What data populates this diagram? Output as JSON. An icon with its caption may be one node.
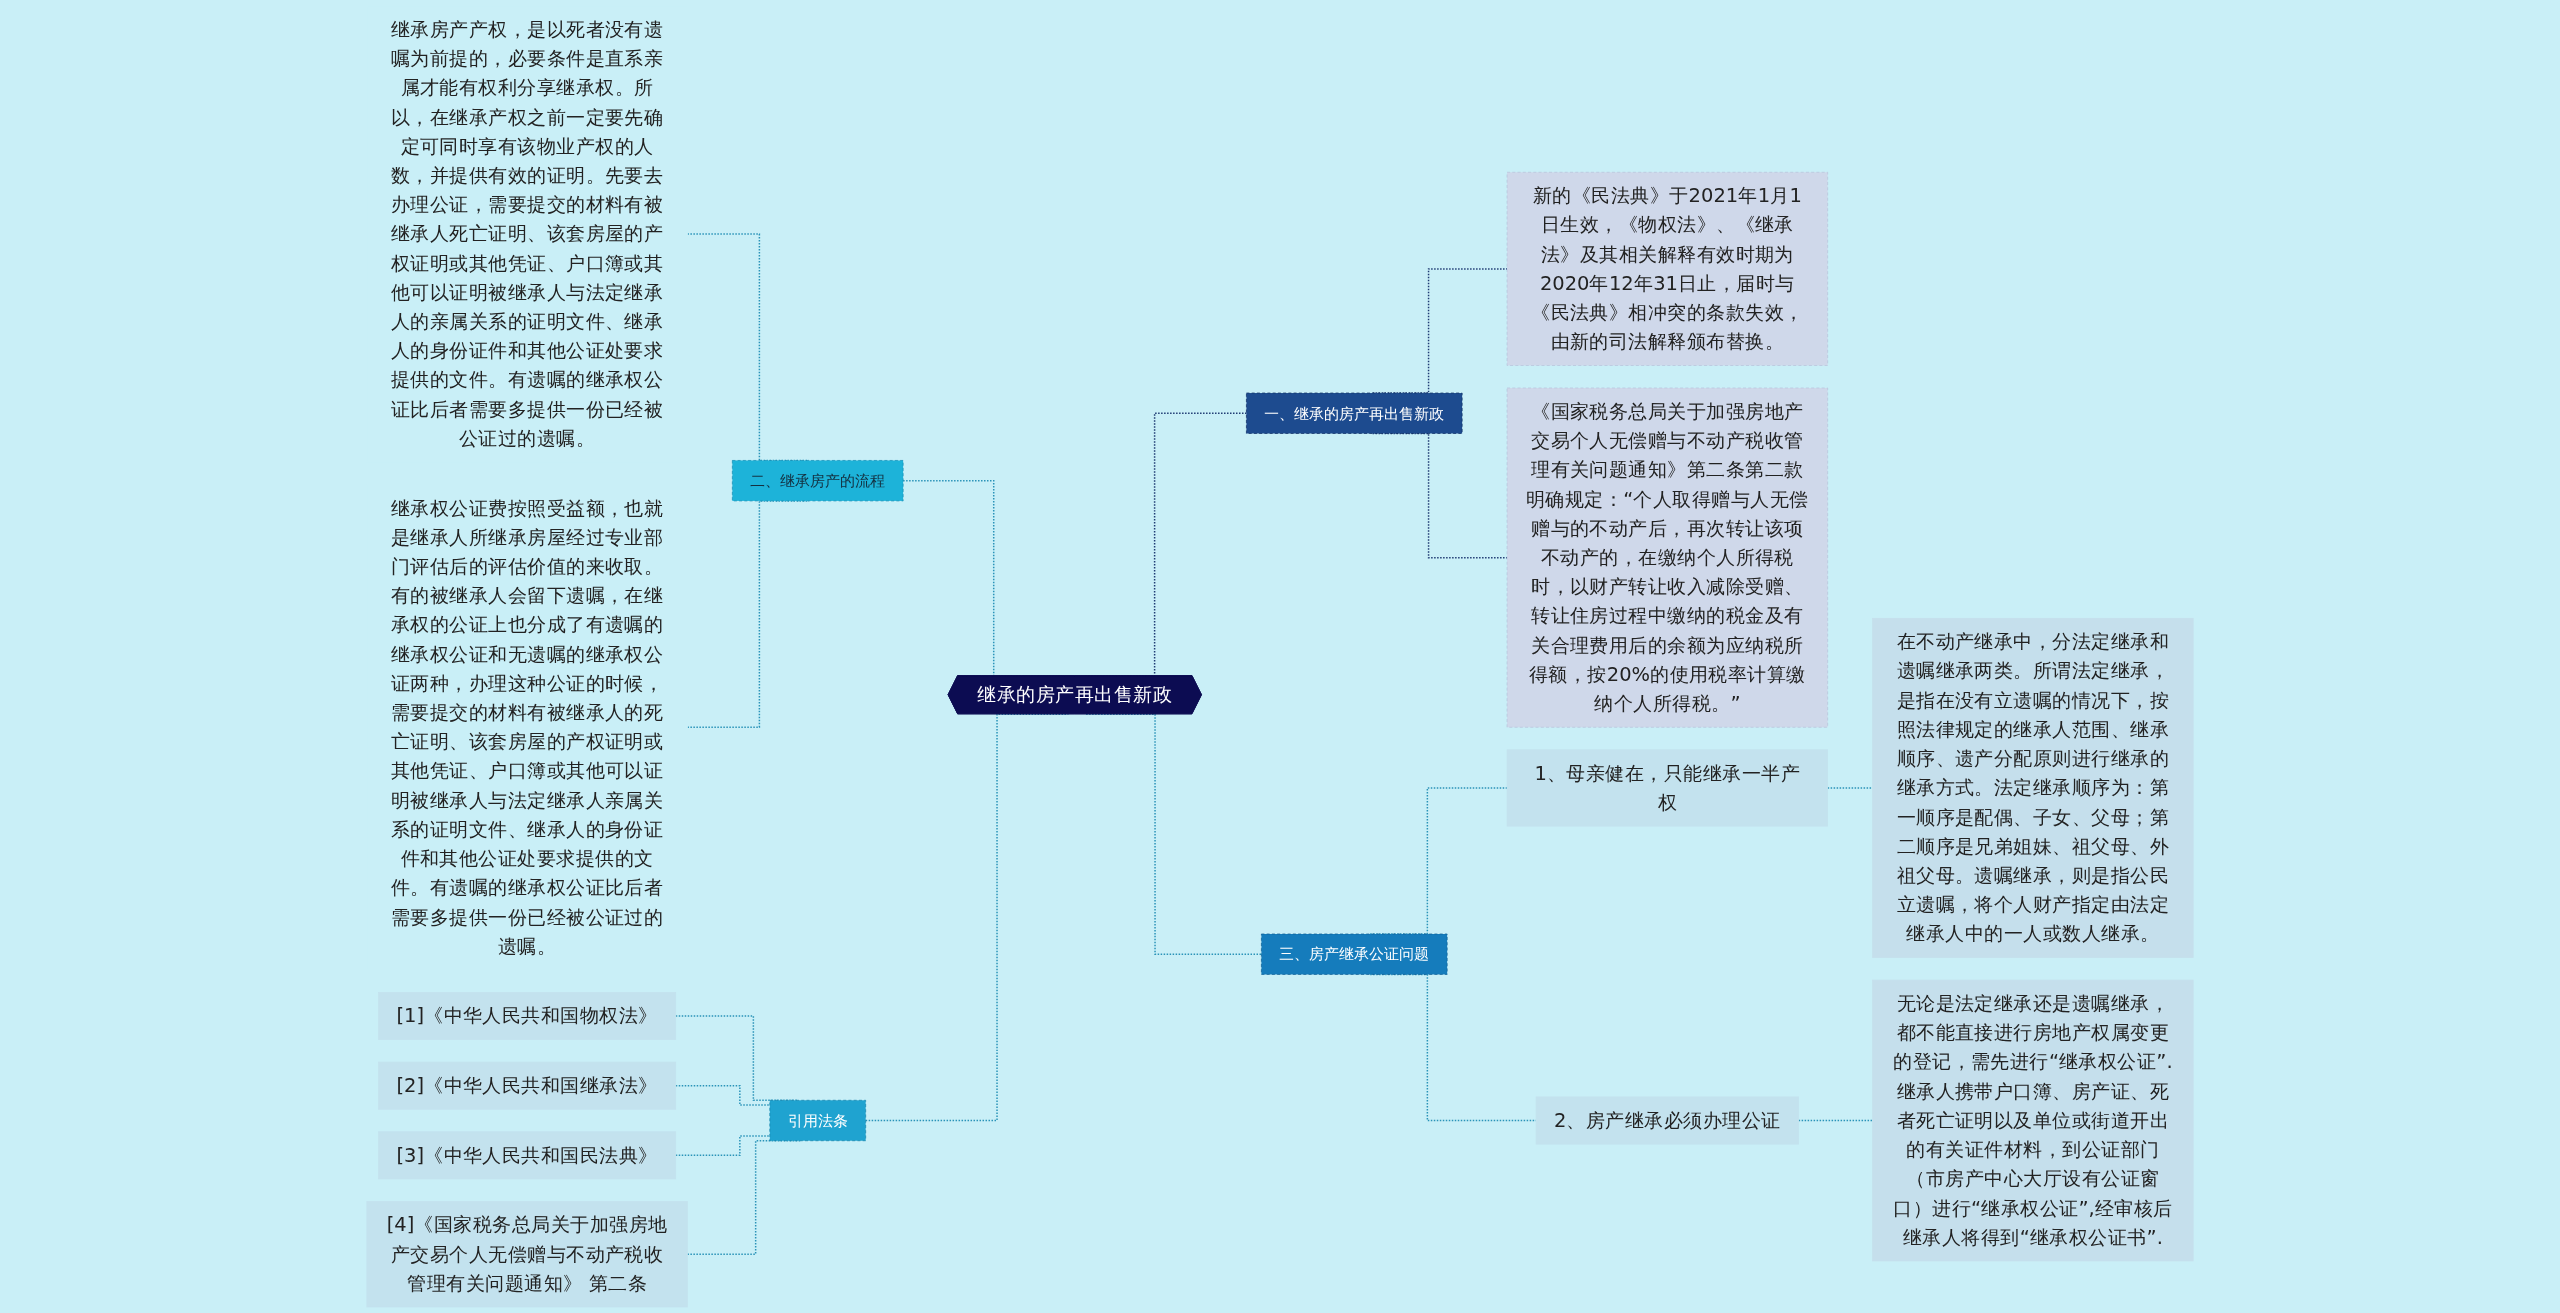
{
  "diagram": {
    "nodes": [
      {
        "text": [
          "继承的房产再出售新政"
        ]
      },
      {
        "text": [
          "一、继承的房产再出售新政"
        ]
      },
      {
        "text": [
          "新的《民法典》于2021年1月1日生效，《物权法》、《继承法》及其相关解释有效时期为2020年12年31日止，届时与《民法典》相冲突的条款失效，由新的司法解释颁布替换。"
        ]
      },
      {
        "text": [
          "《国家税务总局关于加强房地产交易个人无偿赠与不动产税收管理有关问题通知》第二条第二款明确规定：“个人取得赠与人无偿赠与的不动产后，再次转让该项不动产的，在缴纳个人所得税时，以财产转让收入减除受赠、转让住房过程中缴纳的税金及有关合理费用后的余额为应纳税所得额，按20%的使用税率计算缴纳个人所得税。”"
        ]
      },
      {
        "text": [
          "二、继承房产的流程"
        ]
      },
      {
        "text": [
          "继承房产产权，是以死者没有遗嘱为前提的，必要条件是直系亲属才能有权利分享继承权。所以，在继承产权之前一定要先确定可同时享有该物业产权的人数，并提供有效的证明。先要去办理公证，需要提交的材料有被继承人死亡证明、该套房屋的产权证明或其他凭证、户口簿或其他可以证明被继承人与法定继承人的亲属关系的证明文件、继承人的身份证件和其他公证处要求提供的文件。有遗嘱的继承权公证比后者需要多提供一份已经被公证过的遗嘱。"
        ]
      },
      {
        "text": [
          "继承权公证费按照受益额，也就是继承人所继承房屋经过专业部门评估后的评估价值的来收取。有的被继承人会留下遗嘱，在继承权的公证上也分成了有遗嘱的继承权公证和无遗嘱的继承权公证两种，办理这种公证的时候，需要提交的材料有被继承人的死亡证明、该套房屋的产权证明或其他凭证、户口簿或其他可以证明被继承人与法定继承人亲属关系的证明文件、继承人的身份证件和其他公证处要求提供的文件。有遗嘱的继承权公证比后者需要多提供一份已经被公证过的遗嘱。"
        ]
      },
      {
        "text": [
          "三、房产继承公证问题"
        ]
      },
      {
        "text": [
          "1、母亲健在，只能继承一半产权"
        ]
      },
      {
        "text": [
          "在不动产继承中，分法定继承和遗嘱继承两类。所谓法定继承，是指在没有立遗嘱的情况下，按照法律规定的继承人范围、继承顺序、遗产分配原则进行继承的继承方式。法定继承顺序为：第一顺序是配偶、子女、父母；第二顺序是兄弟姐妹、祖父母、外祖父母。遗嘱继承，则是指公民立遗嘱，将个人财产指定由法定继承人中的一人或数人继承。"
        ]
      },
      {
        "text": [
          "2、房产继承必须办理公证"
        ]
      },
      {
        "text": [
          "无论是法定继承还是遗嘱继承，都不能直接进行房地产权属变更的登记，需先进行“继承权公证”.继承人携带户口簿、房产证、死者死亡证明以及单位或街道开出的有关证件材料，到公证部门（市房产中心大厅设有公证窗口）进行“继承权公证”,经审核后继承人将得到“继承权公证书”."
        ]
      },
      {
        "text": [
          "引用法条"
        ]
      },
      {
        "text": [
          "[1]《中华人民共和国物权法》"
        ]
      },
      {
        "text": [
          "[2]《中华人民共和国继承法》"
        ]
      },
      {
        "text": [
          "[3]《中华人民共和国民法典》"
        ]
      },
      {
        "text": [
          "[4]《国家税务总局关于加强房地产交易个人无偿赠与不动产税收管理有关问题通知》 第二条"
        ]
      }
    ],
    "edges": [
      {
        "from": 0,
        "to": 1,
        "arrow": "none",
        "style": "dashed",
        "color": "#1f3b73"
      },
      {
        "from": 1,
        "to": 2,
        "arrow": "none",
        "style": "dashed",
        "color": "#1f3b73"
      },
      {
        "from": 1,
        "to": 3,
        "arrow": "none",
        "style": "dashed",
        "color": "#1f3b73"
      },
      {
        "from": 0,
        "to": 4,
        "arrow": "none",
        "style": "dashed"
      },
      {
        "from": 4,
        "to": 5,
        "arrow": "none",
        "style": "dashed"
      },
      {
        "from": 4,
        "to": 6,
        "arrow": "none",
        "style": "dashed"
      },
      {
        "from": 0,
        "to": 7,
        "arrow": "none",
        "style": "dashed"
      },
      {
        "from": 7,
        "to": 8,
        "arrow": "none",
        "style": "dashed"
      },
      {
        "from": 8,
        "to": 9,
        "arrow": "none",
        "style": "dashed"
      },
      {
        "from": 7,
        "to": 10,
        "arrow": "none",
        "style": "dashed"
      },
      {
        "from": 10,
        "to": 11,
        "arrow": "none",
        "style": "dashed"
      },
      {
        "from": 0,
        "to": 12,
        "arrow": "none",
        "style": "dashed"
      },
      {
        "from": 12,
        "to": 13,
        "arrow": "none",
        "style": "dashed"
      },
      {
        "from": 12,
        "to": 14,
        "arrow": "none",
        "style": "dashed"
      },
      {
        "from": 12,
        "to": 15,
        "arrow": "none",
        "style": "dashed"
      },
      {
        "from": 12,
        "to": 16,
        "arrow": "none",
        "style": "dashed"
      }
    ]
  }
}
